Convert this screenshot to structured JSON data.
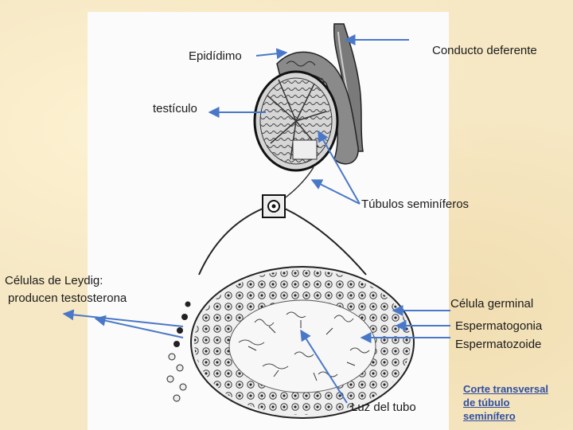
{
  "labels": {
    "epididimo": "Epidídimo",
    "conducto_deferente": "Conducto deferente",
    "testiculo": "testículo",
    "tubulos_seminiferos": "Túbulos seminíferos",
    "leydig_line1": "Células de Leydig:",
    "leydig_line2": "producen testosterona",
    "celula_germinal": "Célula germinal",
    "espermatogonia": "Espermatogonia",
    "espermatozoide": "Espermatozoide",
    "luz_del_tubo": "Luz del tubo"
  },
  "caption": {
    "line1": "Corte transversal",
    "line2": "de túbulo",
    "line3": "seminífero"
  },
  "colors": {
    "background": "#f6e8c4",
    "arrow": "#4a78c8",
    "caption": "#2f4fa0"
  }
}
